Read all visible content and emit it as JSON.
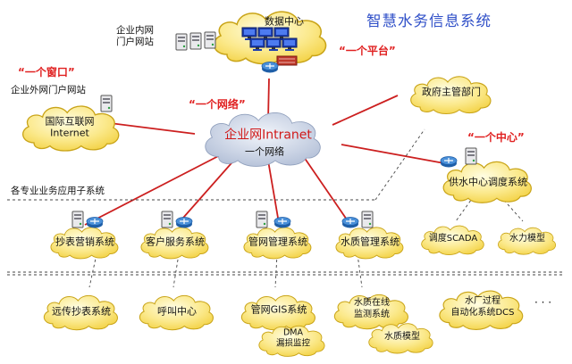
{
  "title": "智慧水务信息系统",
  "quotes": {
    "window": "“一个窗口”",
    "platform": "“一个平台”",
    "network": "“一个网络”",
    "center": "“一个中心”"
  },
  "labels": {
    "intranet_portal_l1": "企业内网",
    "intranet_portal_l2": "门户网站",
    "extranet_portal": "企业外网门户网站",
    "subsystems": "各专业业务应用子系统"
  },
  "clouds": {
    "datacenter": "数据中心",
    "internet_l1": "国际互联网",
    "internet_l2": "Internet",
    "intranet": "企业网Intranet",
    "one_network": "一个网络",
    "government": "政府主管部门",
    "dispatch": "供水中心调度系统",
    "scada": "调度SCADA",
    "hydraulic": "水力模型",
    "billing": "抄表营销系统",
    "customer": "客户服务系统",
    "pipe": "管网管理系统",
    "waterq": "水质管理系统",
    "remote_meter": "远传抄表系统",
    "callcenter": "呼叫中心",
    "gis": "管网GIS系统",
    "dma_l1": "DMA",
    "dma_l2": "漏损监控",
    "online_l1": "水质在线",
    "online_l2": "监测系统",
    "wq_model": "水质模型",
    "dcs_l1": "水厂过程",
    "dcs_l2": "自动化系统DCS"
  },
  "ellipsis": "· · ·",
  "colors": {
    "cloud_gradient_light": "#fffde0",
    "cloud_gradient_dark": "#f6d84a",
    "cloud_outline": "#c9a418",
    "intranet_cloud": "#c7d2e6",
    "link_line": "#cc1f1f",
    "dash_line": "#444444",
    "quote_text": "#e02020",
    "title_text": "#3050c8"
  }
}
